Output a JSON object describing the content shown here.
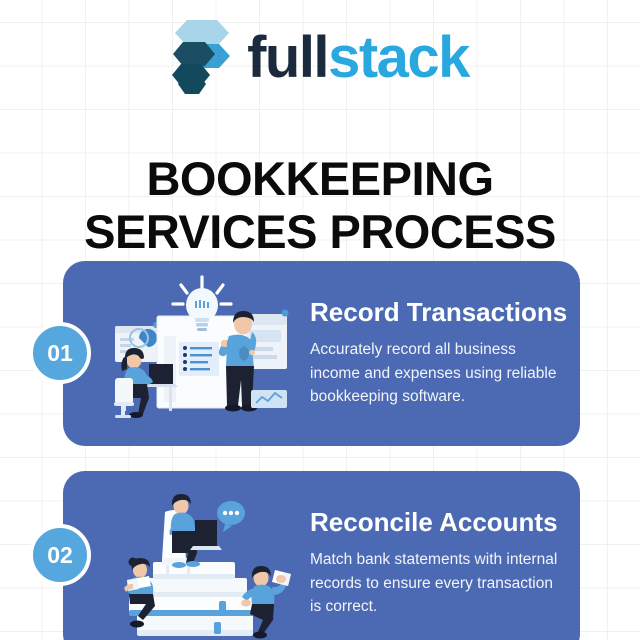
{
  "brand": {
    "logo_icon": "fullstack-hexagon-logo-icon",
    "name_part_1": "full",
    "name_part_2": "stack",
    "color_dark": "#1b2a3d",
    "color_accent": "#29a8e0",
    "color_logo_light": "#a8d5ea",
    "color_logo_mid": "#3aa0d4",
    "color_logo_deep": "#124455"
  },
  "title": {
    "line_1": "BOOKKEEPING",
    "line_2": "SERVICES PROCESS",
    "color": "#0b0b0b"
  },
  "theme": {
    "card_background": "#4c6ab4",
    "badge_background": "#56a7dd",
    "badge_ring": "#ffffff",
    "page_background": "#ffffff",
    "grid_line": "#f0f0f0"
  },
  "steps": [
    {
      "number": "01",
      "heading": "Record Transactions",
      "body": "Accurately record all business income and expenses using reliable bookkeeping software.",
      "illustration": "record-transactions-illustration"
    },
    {
      "number": "02",
      "heading": "Reconcile Accounts",
      "body": "Match bank statements with internal records to ensure every transaction is correct.",
      "illustration": "reconcile-accounts-illustration"
    }
  ]
}
